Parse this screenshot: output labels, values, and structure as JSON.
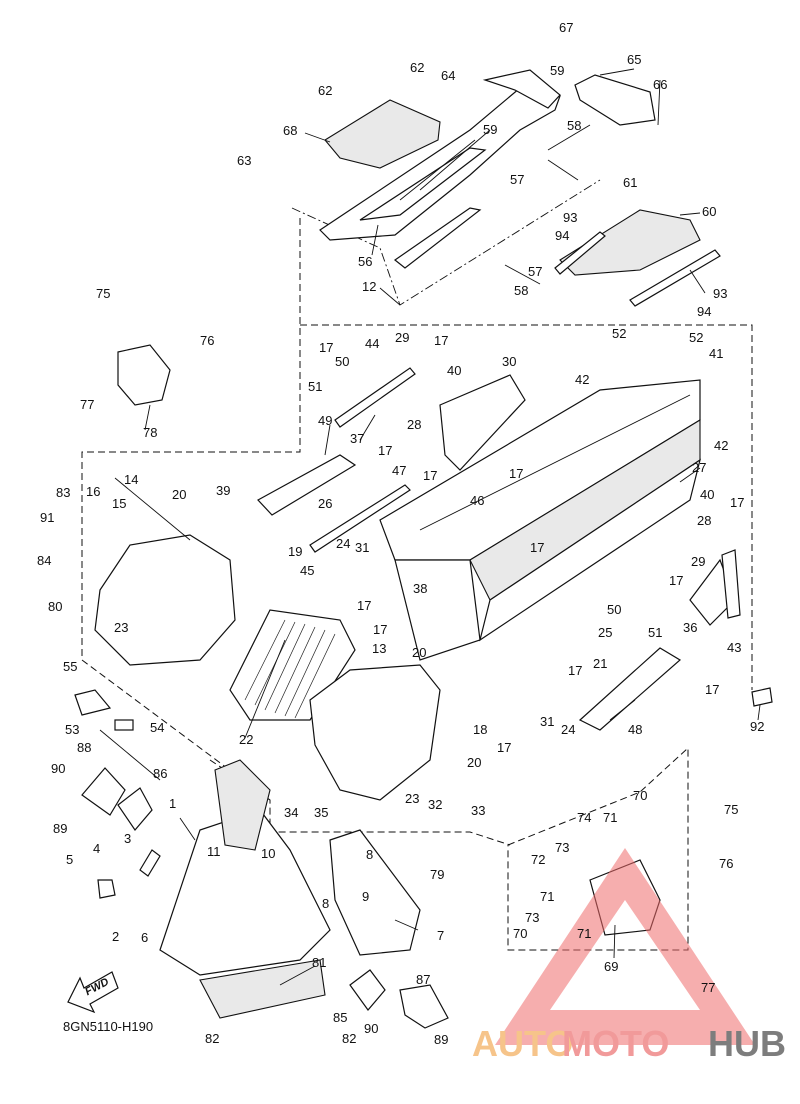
{
  "diagram": {
    "drawing_code": "8GN5110-H190",
    "direction_mark": "FWD",
    "watermark": {
      "part1": "AUTO",
      "part2": "MOTO",
      "part3": "HUB",
      "colors": {
        "auto": "#f6c48a",
        "moto": "#f19a9a",
        "hub": "#7d7d7d",
        "logo": "#ee6b6b"
      }
    },
    "callouts": [
      {
        "id": "67",
        "t": "67"
      },
      {
        "id": "65",
        "t": "65"
      },
      {
        "id": "66",
        "t": "66"
      },
      {
        "id": "62a",
        "t": "62"
      },
      {
        "id": "64",
        "t": "64"
      },
      {
        "id": "59a",
        "t": "59"
      },
      {
        "id": "62b",
        "t": "62"
      },
      {
        "id": "68",
        "t": "68"
      },
      {
        "id": "59b",
        "t": "59"
      },
      {
        "id": "58a",
        "t": "58"
      },
      {
        "id": "63",
        "t": "63"
      },
      {
        "id": "57a",
        "t": "57"
      },
      {
        "id": "61",
        "t": "61"
      },
      {
        "id": "60",
        "t": "60"
      },
      {
        "id": "93a",
        "t": "93"
      },
      {
        "id": "94a",
        "t": "94"
      },
      {
        "id": "56",
        "t": "56"
      },
      {
        "id": "57b",
        "t": "57"
      },
      {
        "id": "58b",
        "t": "58"
      },
      {
        "id": "93b",
        "t": "93"
      },
      {
        "id": "12",
        "t": "12"
      },
      {
        "id": "94b",
        "t": "94"
      },
      {
        "id": "75a",
        "t": "75"
      },
      {
        "id": "29a",
        "t": "29"
      },
      {
        "id": "52a",
        "t": "52"
      },
      {
        "id": "52b",
        "t": "52"
      },
      {
        "id": "76a",
        "t": "76"
      },
      {
        "id": "17a",
        "t": "17"
      },
      {
        "id": "44",
        "t": "44"
      },
      {
        "id": "17b",
        "t": "17"
      },
      {
        "id": "50a",
        "t": "50"
      },
      {
        "id": "40a",
        "t": "40"
      },
      {
        "id": "30",
        "t": "30"
      },
      {
        "id": "41",
        "t": "41"
      },
      {
        "id": "42a",
        "t": "42"
      },
      {
        "id": "51a",
        "t": "51"
      },
      {
        "id": "77a",
        "t": "77"
      },
      {
        "id": "78",
        "t": "78"
      },
      {
        "id": "28a",
        "t": "28"
      },
      {
        "id": "42b",
        "t": "42"
      },
      {
        "id": "49",
        "t": "49"
      },
      {
        "id": "37",
        "t": "37"
      },
      {
        "id": "17c",
        "t": "17"
      },
      {
        "id": "27",
        "t": "27"
      },
      {
        "id": "47",
        "t": "47"
      },
      {
        "id": "14",
        "t": "14"
      },
      {
        "id": "17d",
        "t": "17"
      },
      {
        "id": "17e",
        "t": "17"
      },
      {
        "id": "40b",
        "t": "40"
      },
      {
        "id": "83",
        "t": "83"
      },
      {
        "id": "16",
        "t": "16"
      },
      {
        "id": "15",
        "t": "15"
      },
      {
        "id": "20a",
        "t": "20"
      },
      {
        "id": "39",
        "t": "39"
      },
      {
        "id": "26",
        "t": "26"
      },
      {
        "id": "46",
        "t": "46"
      },
      {
        "id": "28b",
        "t": "28"
      },
      {
        "id": "17f",
        "t": "17"
      },
      {
        "id": "91",
        "t": "91"
      },
      {
        "id": "19",
        "t": "19"
      },
      {
        "id": "24a",
        "t": "24"
      },
      {
        "id": "31a",
        "t": "31"
      },
      {
        "id": "17g",
        "t": "17"
      },
      {
        "id": "29b",
        "t": "29"
      },
      {
        "id": "84",
        "t": "84"
      },
      {
        "id": "17h",
        "t": "17"
      },
      {
        "id": "45",
        "t": "45"
      },
      {
        "id": "38",
        "t": "38"
      },
      {
        "id": "17i",
        "t": "17"
      },
      {
        "id": "80",
        "t": "80"
      },
      {
        "id": "50b",
        "t": "50"
      },
      {
        "id": "36",
        "t": "36"
      },
      {
        "id": "43",
        "t": "43"
      },
      {
        "id": "23a",
        "t": "23"
      },
      {
        "id": "17j",
        "t": "17"
      },
      {
        "id": "25",
        "t": "25"
      },
      {
        "id": "51b",
        "t": "51"
      },
      {
        "id": "13",
        "t": "13"
      },
      {
        "id": "20b",
        "t": "20"
      },
      {
        "id": "21",
        "t": "21"
      },
      {
        "id": "17k",
        "t": "17"
      },
      {
        "id": "55",
        "t": "55"
      },
      {
        "id": "17l",
        "t": "17"
      },
      {
        "id": "92",
        "t": "92"
      },
      {
        "id": "53",
        "t": "53"
      },
      {
        "id": "54",
        "t": "54"
      },
      {
        "id": "31b",
        "t": "31"
      },
      {
        "id": "24b",
        "t": "24"
      },
      {
        "id": "48",
        "t": "48"
      },
      {
        "id": "18",
        "t": "18"
      },
      {
        "id": "22",
        "t": "22"
      },
      {
        "id": "88",
        "t": "88"
      },
      {
        "id": "17m",
        "t": "17"
      },
      {
        "id": "90a",
        "t": "90"
      },
      {
        "id": "86",
        "t": "86"
      },
      {
        "id": "20c",
        "t": "20"
      },
      {
        "id": "34",
        "t": "34"
      },
      {
        "id": "35",
        "t": "35"
      },
      {
        "id": "23b",
        "t": "23"
      },
      {
        "id": "32",
        "t": "32"
      },
      {
        "id": "33",
        "t": "33"
      },
      {
        "id": "70a",
        "t": "70"
      },
      {
        "id": "75b",
        "t": "75"
      },
      {
        "id": "1",
        "t": "1"
      },
      {
        "id": "74",
        "t": "74"
      },
      {
        "id": "71a",
        "t": "71"
      },
      {
        "id": "89a",
        "t": "89"
      },
      {
        "id": "3",
        "t": "3"
      },
      {
        "id": "11",
        "t": "11"
      },
      {
        "id": "10",
        "t": "10"
      },
      {
        "id": "4",
        "t": "4"
      },
      {
        "id": "8a",
        "t": "8"
      },
      {
        "id": "73a",
        "t": "73"
      },
      {
        "id": "76b",
        "t": "76"
      },
      {
        "id": "72",
        "t": "72"
      },
      {
        "id": "79",
        "t": "79"
      },
      {
        "id": "5",
        "t": "5"
      },
      {
        "id": "9",
        "t": "9"
      },
      {
        "id": "71b",
        "t": "71"
      },
      {
        "id": "8b",
        "t": "8"
      },
      {
        "id": "73b",
        "t": "73"
      },
      {
        "id": "2",
        "t": "2"
      },
      {
        "id": "6",
        "t": "6"
      },
      {
        "id": "7",
        "t": "7"
      },
      {
        "id": "70b",
        "t": "70"
      },
      {
        "id": "71c",
        "t": "71"
      },
      {
        "id": "69",
        "t": "69"
      },
      {
        "id": "81",
        "t": "81"
      },
      {
        "id": "87",
        "t": "87"
      },
      {
        "id": "77b",
        "t": "77"
      },
      {
        "id": "85",
        "t": "85"
      },
      {
        "id": "90b",
        "t": "90"
      },
      {
        "id": "89b",
        "t": "89"
      },
      {
        "id": "82a",
        "t": "82"
      },
      {
        "id": "82b",
        "t": "82"
      }
    ]
  }
}
